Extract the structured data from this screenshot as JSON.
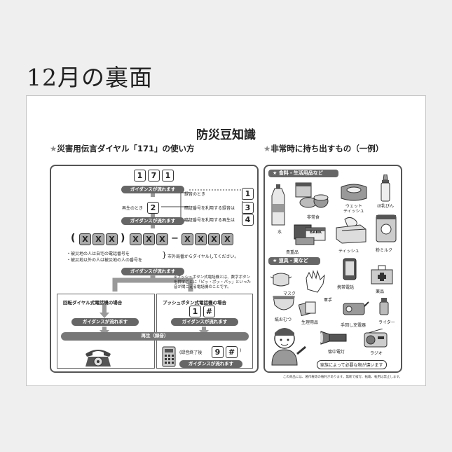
{
  "heading": "12月の裏面",
  "sheet": {
    "title": "防災豆知識",
    "left_subtitle": "災害用伝言ダイヤル「171」の使い方",
    "right_subtitle": "非常時に持ち出すもの（一例）",
    "star": "★",
    "dial": {
      "digits": [
        "1",
        "7",
        "1"
      ],
      "guidance": "ガイダンスが流れます",
      "record_label": "録音のとき",
      "playback_label": "再生のとき",
      "pin_record": "暗証番号を利用する録音は",
      "pin_play": "暗証番号を利用する再生は",
      "opt_1": "1",
      "opt_2": "2",
      "opt_3": "3",
      "opt_4": "4",
      "x": "X",
      "dash": "−",
      "open_paren": "(",
      "close_paren": ")",
      "note_line1": "・被災地の人は自宅の電話番号を",
      "note_line2": "・被災地以外の人は被災地の人の番号を",
      "note_dial": "市外局番からダイヤルしてください。",
      "push_note": "※プッシュボタン式電話機とは、数字ボタンを押すごとに「ピッ・ポッ・パッ」といった音が聞こえる電話機のことです。",
      "rotary_title": "回転ダイヤル式電話機の場合",
      "push_title": "プッシュボタン式電話機の場合",
      "push_digit": "1",
      "hash": "#",
      "playback_bar": "再生（録音）",
      "after_record": "録音終了後",
      "nine": "9"
    },
    "items": {
      "food_cat": "食料・生活用品など",
      "tools_cat": "道具・薬など",
      "water": "水",
      "emergency_food": "非常食",
      "wet_tissue": "ウェット\nティッシュ",
      "baby_bottle": "ほ乳びん",
      "valuables": "貴重品",
      "bank": "BANK",
      "tissue": "ティッシュ",
      "milk": "粉ミルク",
      "mask": "マスク",
      "gloves": "軍手",
      "phone": "携帯電話",
      "medicine": "薬品",
      "diaper": "紙おむつ",
      "sanitary": "生理用品",
      "charger": "手回し充電器",
      "lighter": "ライター",
      "flashlight": "懐中電灯",
      "radio": "ラジオ",
      "family_note": "家族によって必要な物が違います"
    },
    "footer": "この商品には、著作権等の権利があります。無断で複写、転載、転用は禁止します。"
  }
}
